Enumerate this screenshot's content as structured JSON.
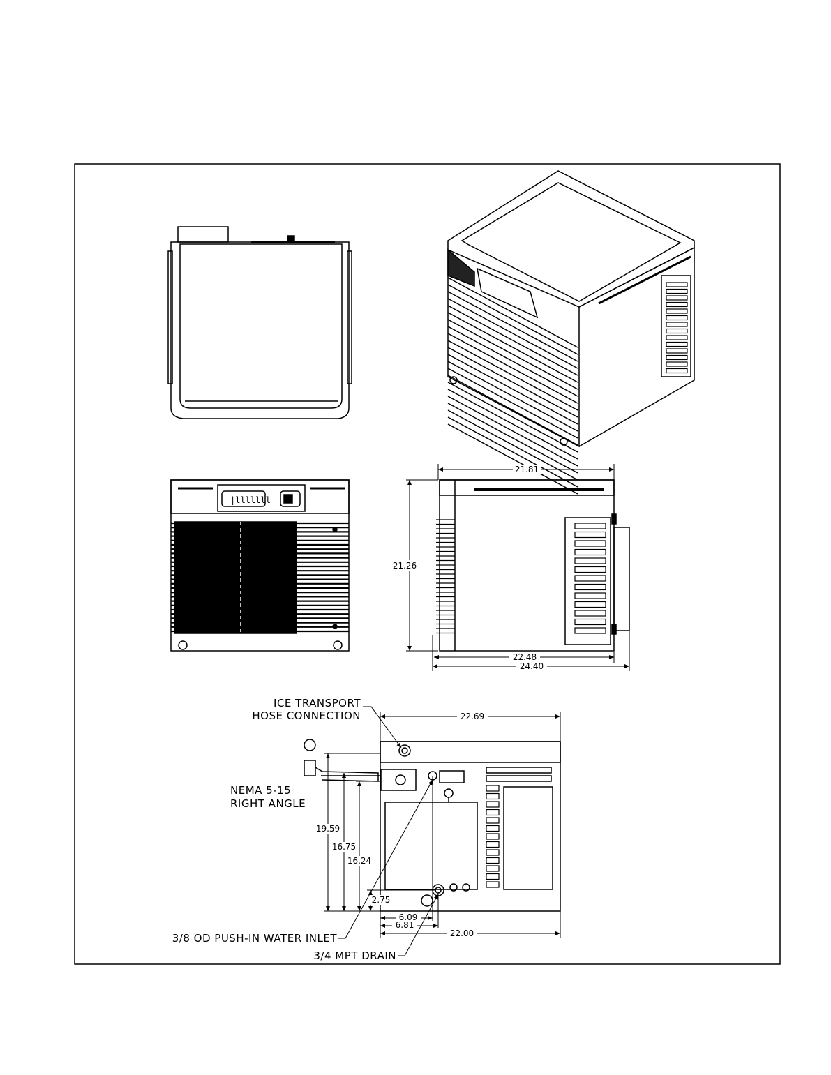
{
  "dimensions": {
    "front_width": "22.69",
    "top_depth": "21.81",
    "side_height": "21.26",
    "side_depth_a": "22.48",
    "side_depth_b": "24.40",
    "rear_width": "22.00",
    "inlet_height": "19.59",
    "cord_height": "16.75",
    "hose_height": "16.24",
    "drain_height": "2.75",
    "inlet_offset": "6.09",
    "drain_offset": "6.81"
  },
  "callouts": {
    "ice_transport_line1": "ICE TRANSPORT",
    "ice_transport_line2": "HOSE CONNECTION",
    "nema_line1": "NEMA 5-15",
    "nema_line2": "RIGHT ANGLE",
    "water_inlet": "3/8 OD PUSH-IN WATER INLET",
    "drain": "3/4 MPT DRAIN"
  }
}
